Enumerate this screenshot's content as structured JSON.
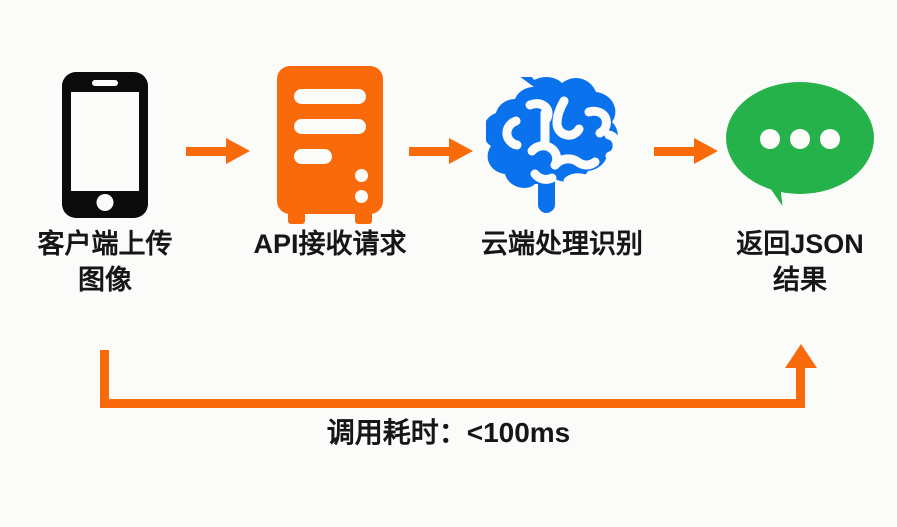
{
  "diagram": {
    "background_color": "#fbfbfa",
    "accent_orange": "#f96a0a",
    "brain_blue": "#0a72ed",
    "bubble_green": "#25b24b",
    "icon_black": "#0b0b0b",
    "text_color": "#161616",
    "steps": [
      {
        "icon": "mobile-phone-icon",
        "label": "客户端上传\n图像",
        "icon_color": "#0b0b0b"
      },
      {
        "icon": "server-tower-icon",
        "label": "API接收请求",
        "icon_color": "#f96a0a"
      },
      {
        "icon": "brain-icon",
        "label": "云端处理识别",
        "icon_color": "#0a72ed"
      },
      {
        "icon": "speech-bubble-icon",
        "label": "返回JSON\n结果",
        "icon_color": "#25b24b"
      }
    ],
    "flow_arrows": [
      {
        "name": "arrow-phone-to-server",
        "direction": "right"
      },
      {
        "name": "arrow-server-to-brain",
        "direction": "right"
      },
      {
        "name": "arrow-brain-to-bubble",
        "direction": "right"
      }
    ],
    "return_path": {
      "name": "return-latency-path",
      "direction": "right-then-up",
      "label": "调用耗时：<100ms"
    }
  }
}
